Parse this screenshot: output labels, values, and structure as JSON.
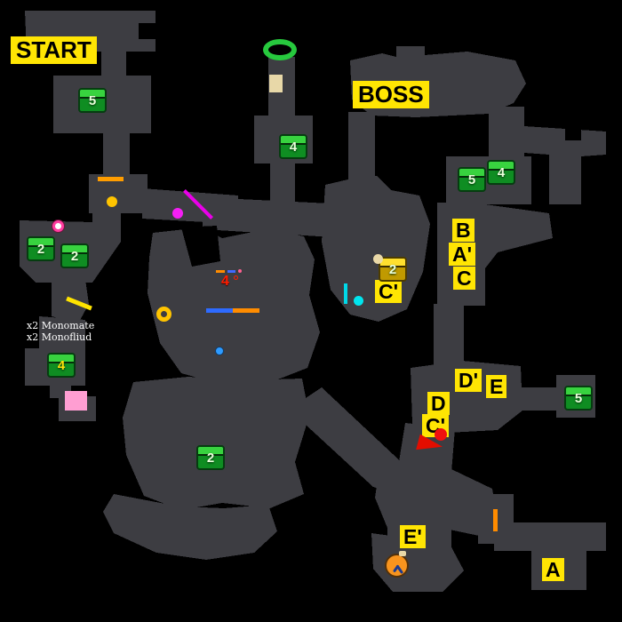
{
  "palette": {
    "background": "#000000",
    "terrain": "#3d3d42",
    "label_bg": "#ffe503",
    "label_fg": "#000000",
    "chest_body_green": "#0f8d22",
    "chest_lid_green": "#38d33f",
    "chest_body_gold": "#c09a00",
    "chest_lid_gold": "#ffdf2e",
    "note_fg": "#ffffff"
  },
  "labels": {
    "start": "START",
    "boss": "BOSS",
    "b": "B",
    "a_prime": "A'",
    "c": "C",
    "c_prime_upper": "C'",
    "d_prime": "D'",
    "e": "E",
    "d": "D",
    "c_prime_lower": "C'",
    "e_prime": "E'",
    "a": "A"
  },
  "chests": [
    {
      "number": "5"
    },
    {
      "number": "4"
    },
    {
      "number": "5"
    },
    {
      "number": "4"
    },
    {
      "number": "2"
    },
    {
      "number": "2"
    },
    {
      "number": "4",
      "number_color": "#ffe10a"
    },
    {
      "number": "2",
      "variant": "gold"
    },
    {
      "number": "5"
    },
    {
      "number": "2"
    }
  ],
  "red_marker": {
    "number": "4"
  },
  "notes": {
    "line1": "x2 Monomate",
    "line2": "x2 Monofliud"
  },
  "markers": [
    {
      "name": "portal-ring",
      "color": "#27c93e"
    },
    {
      "name": "tan-door",
      "color": "#e8d8a8"
    },
    {
      "name": "orange-gate-a",
      "color": "#ff9d00"
    },
    {
      "name": "yellow-orb",
      "color": "#ffc400"
    },
    {
      "name": "magenta-orb",
      "color": "#f41ff4"
    },
    {
      "name": "magenta-laser",
      "color": "#e900e9"
    },
    {
      "name": "pink-ring-orb",
      "color": "#ff3da0"
    },
    {
      "name": "yellow-laser",
      "color": "#ffe400"
    },
    {
      "name": "yellow-ring",
      "color": "#ffc400"
    },
    {
      "name": "red-number-marker",
      "color": "#ff1e00"
    },
    {
      "name": "blue-gate",
      "color": "#2e6bff"
    },
    {
      "name": "orange-gate-b",
      "color": "#ff8c00"
    },
    {
      "name": "blue-orb",
      "color": "#2e9bff"
    },
    {
      "name": "cyan-gate",
      "color": "#00d9e8"
    },
    {
      "name": "cyan-orb",
      "color": "#00e5ee"
    },
    {
      "name": "tan-orb",
      "color": "#ead9a8"
    },
    {
      "name": "pink-panel",
      "color": "#ff9ed2"
    },
    {
      "name": "red-orb",
      "color": "#ef1010"
    },
    {
      "name": "red-flag",
      "color": "#e30d00"
    },
    {
      "name": "orange-gate-c",
      "color": "#ff8c00"
    },
    {
      "name": "clock",
      "color": "#f8941e"
    }
  ]
}
